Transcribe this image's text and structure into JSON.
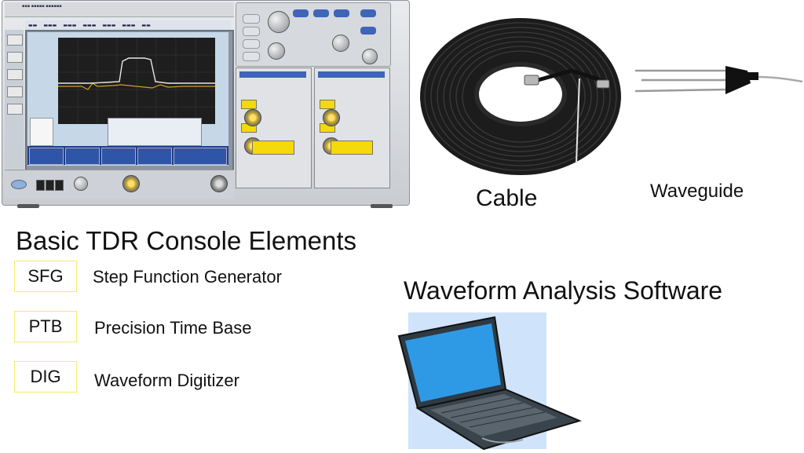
{
  "labels": {
    "cable": "Cable",
    "waveguide": "Waveguide",
    "title": "Basic TDR Console Elements",
    "software": "Waveform Analysis Software"
  },
  "elements": [
    {
      "abbr": "SFG",
      "description": "Step Function Generator"
    },
    {
      "abbr": "PTB",
      "description": "Precision Time Base"
    },
    {
      "abbr": "DIG",
      "description": "Waveform Digitizer"
    }
  ],
  "colors": {
    "abbr_border": "#f2ec6c",
    "trace": "#e8e8e8",
    "ref_trace": "#d4a020",
    "laptop_backdrop": "#cfe3fa",
    "laptop_screen": "#2e9ae6",
    "scope_blue": "#2f55a8"
  }
}
